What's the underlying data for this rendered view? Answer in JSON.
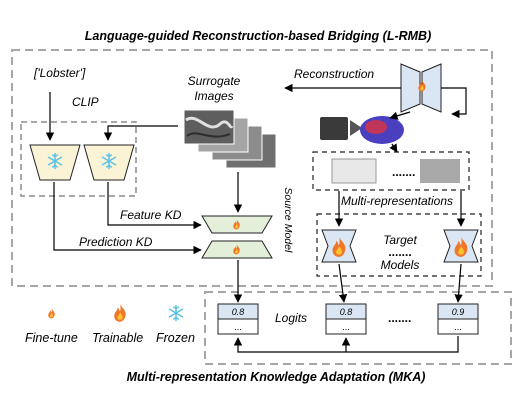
{
  "titles": {
    "top": "Language-guided Reconstruction-based Bridging (L-RMB)",
    "bottom": "Multi-representation Knowledge Adaptation (MKA)"
  },
  "labels": {
    "prompt": "['Lobster']",
    "clip": "CLIP",
    "surrogate_line1": "Surrogate",
    "surrogate_line2": "Images",
    "reconstruction": "Reconstruction",
    "feature_kd": "Feature KD",
    "prediction_kd": "Prediction KD",
    "source_model_line1": "Source",
    "source_model_line2": "Model",
    "multi_repr": "Multi-representations",
    "target_line1": "Target",
    "target_line2": "Models",
    "logits": "Logits",
    "dots": "......."
  },
  "legend": [
    {
      "icon": "small-flame-icon",
      "label": "Fine-tune"
    },
    {
      "icon": "flame-icon",
      "label": "Trainable"
    },
    {
      "icon": "snowflake-icon",
      "label": "Frozen"
    }
  ],
  "logit_boxes": [
    {
      "top": "0.8",
      "bottom": "..."
    },
    {
      "top": "0.8",
      "bottom": "..."
    },
    {
      "top": "0.9",
      "bottom": "..."
    }
  ],
  "colors": {
    "dashed_border": "#a6a6a6",
    "clip_fill": "#fbf3d6",
    "model_fill": "#e3efd8",
    "target_fill": "#dbe6f4",
    "flame": "#f0762a",
    "snow": "#5bc2e7",
    "arrow": "#000000"
  }
}
